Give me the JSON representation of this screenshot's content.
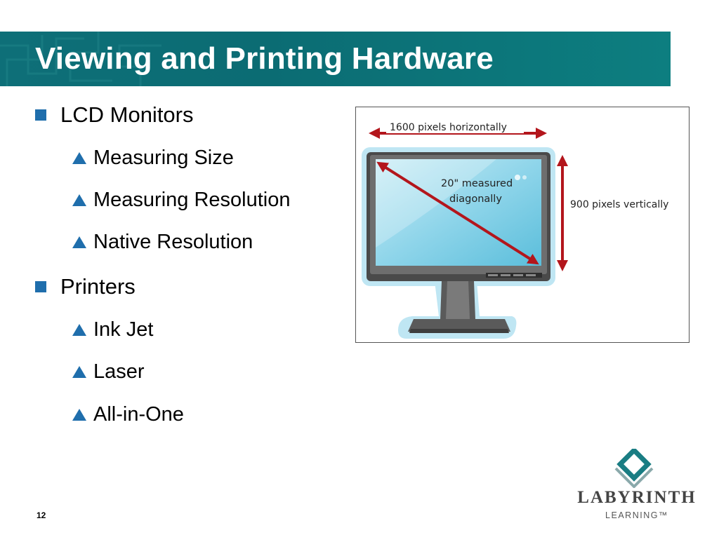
{
  "slide": {
    "title": "Viewing and Printing Hardware",
    "number": "12"
  },
  "bullets": [
    {
      "label": "LCD Monitors",
      "children": [
        "Measuring Size",
        "Measuring Resolution",
        "Native Resolution"
      ]
    },
    {
      "label": "Printers",
      "children": [
        "Ink Jet",
        "Laser",
        "All-in-One"
      ]
    }
  ],
  "figure": {
    "horizontal_label": "1600 pixels horizontally",
    "vertical_label": "900 pixels vertically",
    "diagonal_label_line1": "20\" measured",
    "diagonal_label_line2": "diagonally"
  },
  "logo": {
    "wordmark": "LABYRINTH",
    "sub": "LEARNING™"
  },
  "colors": {
    "title_bar": "#0e6f78",
    "bullet_blue": "#1f6eac",
    "arrow_red": "#b3161c",
    "logo_teal": "#1a7d83"
  }
}
